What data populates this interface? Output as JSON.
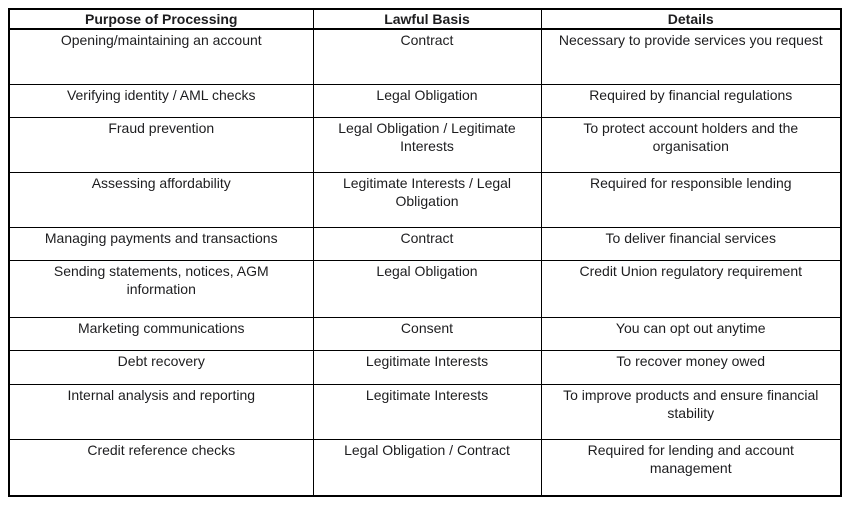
{
  "table": {
    "columns": [
      {
        "label": "Purpose of Processing"
      },
      {
        "label": "Lawful Basis"
      },
      {
        "label": "Details"
      }
    ],
    "rows": [
      {
        "purpose": "Opening/maintaining an account",
        "lawful_basis": "Contract",
        "details": "Necessary to provide services you request"
      },
      {
        "purpose": "Verifying identity / AML checks",
        "lawful_basis": "Legal Obligation",
        "details": "Required by financial regulations"
      },
      {
        "purpose": "Fraud prevention",
        "lawful_basis": "Legal Obligation / Legitimate Interests",
        "details": "To protect account holders and the organisation"
      },
      {
        "purpose": "Assessing affordability",
        "lawful_basis": "Legitimate Interests / Legal Obligation",
        "details": "Required for responsible lending"
      },
      {
        "purpose": "Managing payments and transactions",
        "lawful_basis": "Contract",
        "details": "To deliver financial services"
      },
      {
        "purpose": "Sending statements, notices, AGM information",
        "lawful_basis": "Legal Obligation",
        "details": "Credit Union regulatory requirement"
      },
      {
        "purpose": "Marketing communications",
        "lawful_basis": "Consent",
        "details": "You can opt out anytime"
      },
      {
        "purpose": "Debt recovery",
        "lawful_basis": "Legitimate Interests",
        "details": "To recover money owed"
      },
      {
        "purpose": "Internal analysis and reporting",
        "lawful_basis": "Legitimate Interests",
        "details": "To improve products and ensure financial stability"
      },
      {
        "purpose": "Credit reference checks",
        "lawful_basis": "Legal Obligation / Contract",
        "details": "Required for lending and account management"
      }
    ]
  },
  "colors": {
    "border": "#000000",
    "text": "#1d1d1f",
    "background": "#ffffff"
  }
}
